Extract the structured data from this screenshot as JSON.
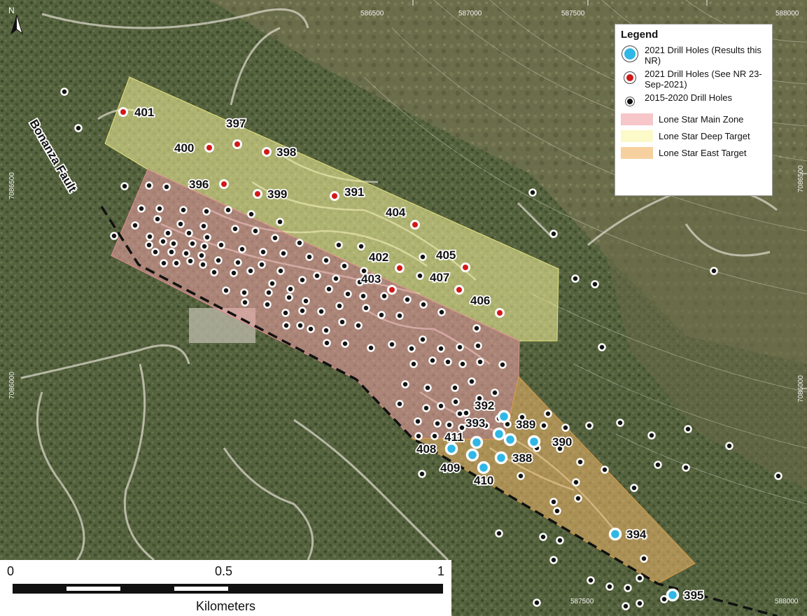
{
  "map": {
    "grid_labels": {
      "top": [
        "586500",
        "587000",
        "587500",
        "588000"
      ],
      "bottom": [
        "587500",
        "588000"
      ],
      "right": [
        "7086500",
        "7086000"
      ],
      "left": [
        "7086500",
        "7086000"
      ]
    },
    "north_label": "N",
    "fault_label": "Bonanza Fault",
    "colors": {
      "main_zone": "#f2a3a8",
      "deep_target": "#f7f59c",
      "east_target": "#f2b86a",
      "hole_2021_results": "#2fb7e6",
      "hole_2021_prior": "#d11818",
      "hole_2015_2020": "#111111"
    },
    "holes_2021_results": [
      "389",
      "390",
      "392",
      "393",
      "388",
      "411",
      "408",
      "409",
      "410",
      "394",
      "395"
    ],
    "holes_2021_prior": [
      "401",
      "397",
      "400",
      "398",
      "396",
      "399",
      "391",
      "404",
      "402",
      "405",
      "403",
      "407",
      "406"
    ]
  },
  "legend": {
    "title": "Legend",
    "items": [
      {
        "label": "2021 Drill Holes (Results this NR)",
        "symbol": "blue-dot"
      },
      {
        "label": "2021 Drill Holes (See NR 23-Sep-2021)",
        "symbol": "red-dot"
      },
      {
        "label": "2015-2020 Drill Holes",
        "symbol": "black-dot"
      },
      {
        "label": "Lone Star Main Zone",
        "symbol": "pink-area"
      },
      {
        "label": "Lone Star Deep Target",
        "symbol": "yellow-area"
      },
      {
        "label": "Lone Star East Target",
        "symbol": "orange-area"
      }
    ]
  },
  "scale": {
    "labels": [
      "0",
      "0.5",
      "1"
    ],
    "unit": "Kilometers"
  }
}
